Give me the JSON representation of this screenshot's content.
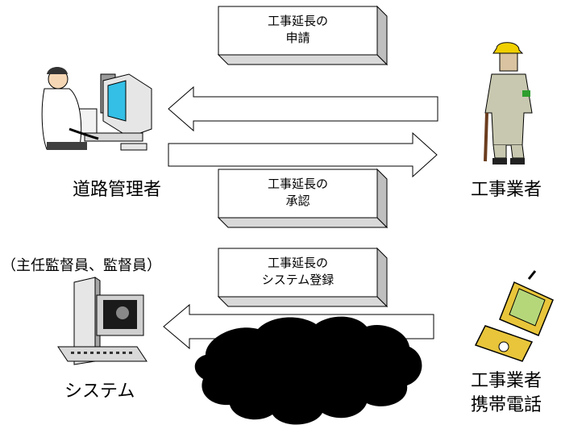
{
  "boxes": [
    {
      "line1": "工事延長の",
      "line2": "申請"
    },
    {
      "line1": "工事延長の",
      "line2": "承認"
    },
    {
      "line1": "工事延長の",
      "line2": "システム登録"
    }
  ],
  "actors": {
    "road_manager": "道路管理者",
    "road_manager_note": "（主任監督員、監督員）",
    "contractor": "工事業者",
    "system": "システム",
    "phone_line1": "工事業者",
    "phone_line2": "携帯電話"
  },
  "icons": [
    "person-at-computer-icon",
    "construction-worker-icon",
    "computer-system-icon",
    "mobile-phone-icon",
    "cloud-icon"
  ]
}
